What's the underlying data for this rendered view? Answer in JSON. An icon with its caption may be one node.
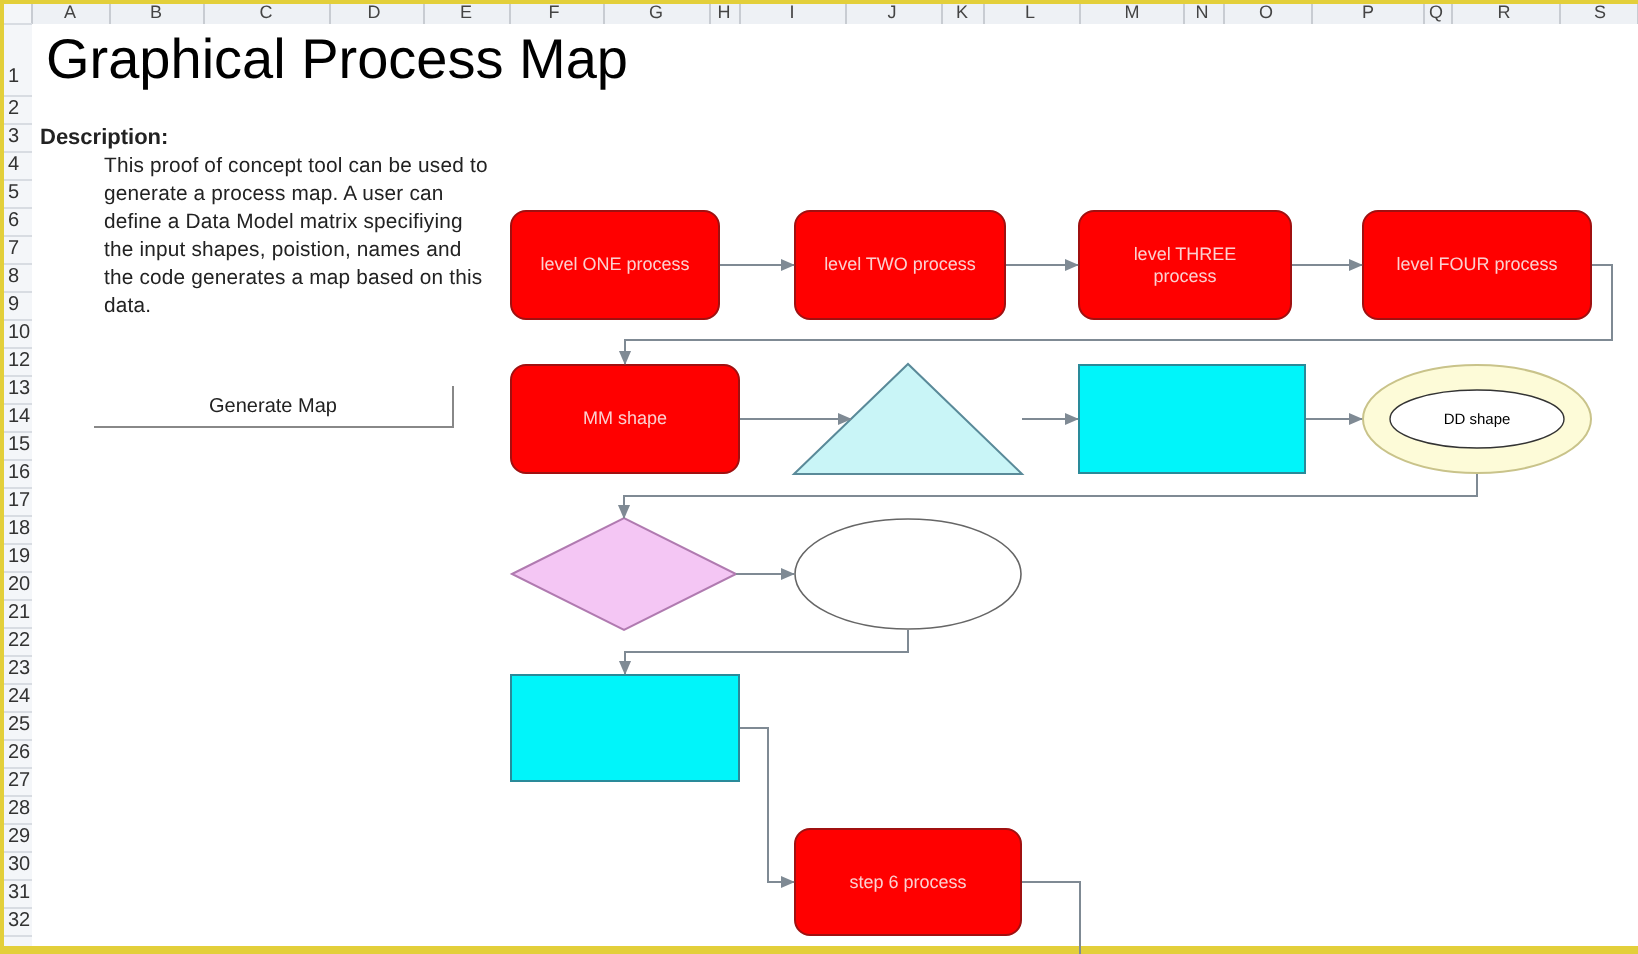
{
  "diagram": {
    "title": "Graphical Process Map",
    "nodes": [
      {
        "text": [
          "Generate Map"
        ]
      },
      {
        "text": [
          "level ONE process"
        ]
      },
      {
        "text": [
          "level TWO process"
        ]
      },
      {
        "text": [
          "level THREE process"
        ]
      },
      {
        "text": [
          "level FOUR process"
        ]
      },
      {
        "text": [
          "MM shape"
        ]
      },
      {
        "text": [],
        "shape": "triangle"
      },
      {
        "text": [],
        "shape": "box"
      },
      {
        "text": [
          "DD shape"
        ]
      },
      {
        "text": [],
        "shape": "diamond"
      },
      {
        "text": [],
        "shape": "ellipse"
      },
      {
        "text": [],
        "shape": "box"
      },
      {
        "text": [
          "step 6 process"
        ]
      }
    ],
    "edges": [
      {
        "from": 1,
        "to": 2,
        "arrow": "to"
      },
      {
        "from": 2,
        "to": 3,
        "arrow": "to"
      },
      {
        "from": 3,
        "to": 4,
        "arrow": "to"
      },
      {
        "from": 4,
        "to": 5,
        "arrow": "to"
      },
      {
        "from": 5,
        "to": 6,
        "arrow": "to"
      },
      {
        "from": 6,
        "to": 7,
        "arrow": "to"
      },
      {
        "from": 7,
        "to": 8,
        "arrow": "to"
      },
      {
        "from": 8,
        "to": 9,
        "arrow": "to"
      },
      {
        "from": 9,
        "to": 10,
        "arrow": "to"
      },
      {
        "from": 10,
        "to": 11,
        "arrow": "to"
      },
      {
        "from": 11,
        "to": 12,
        "arrow": "to"
      },
      {
        "from": 12,
        "to": null,
        "arrow": "none"
      }
    ],
    "labels": [
      "A",
      "B",
      "C",
      "D",
      "E",
      "F",
      "G",
      "H",
      "I",
      "J",
      "K",
      "L",
      "M",
      "N",
      "O",
      "P",
      "Q",
      "R",
      "S",
      "1",
      "2",
      "3",
      "4",
      "5",
      "6",
      "7",
      "8",
      "9",
      "10",
      "12",
      "13",
      "14",
      "15",
      "16",
      "17",
      "18",
      "19",
      "20",
      "21",
      "22",
      "23",
      "24",
      "25",
      "26",
      "27",
      "28",
      "29",
      "30",
      "31",
      "32",
      "Description:",
      "This proof of concept tool can be used to generate a process map. A user can define a Data Model matrix specifiying the input shapes, poistion, names and the code generates a map based on this data."
    ]
  }
}
